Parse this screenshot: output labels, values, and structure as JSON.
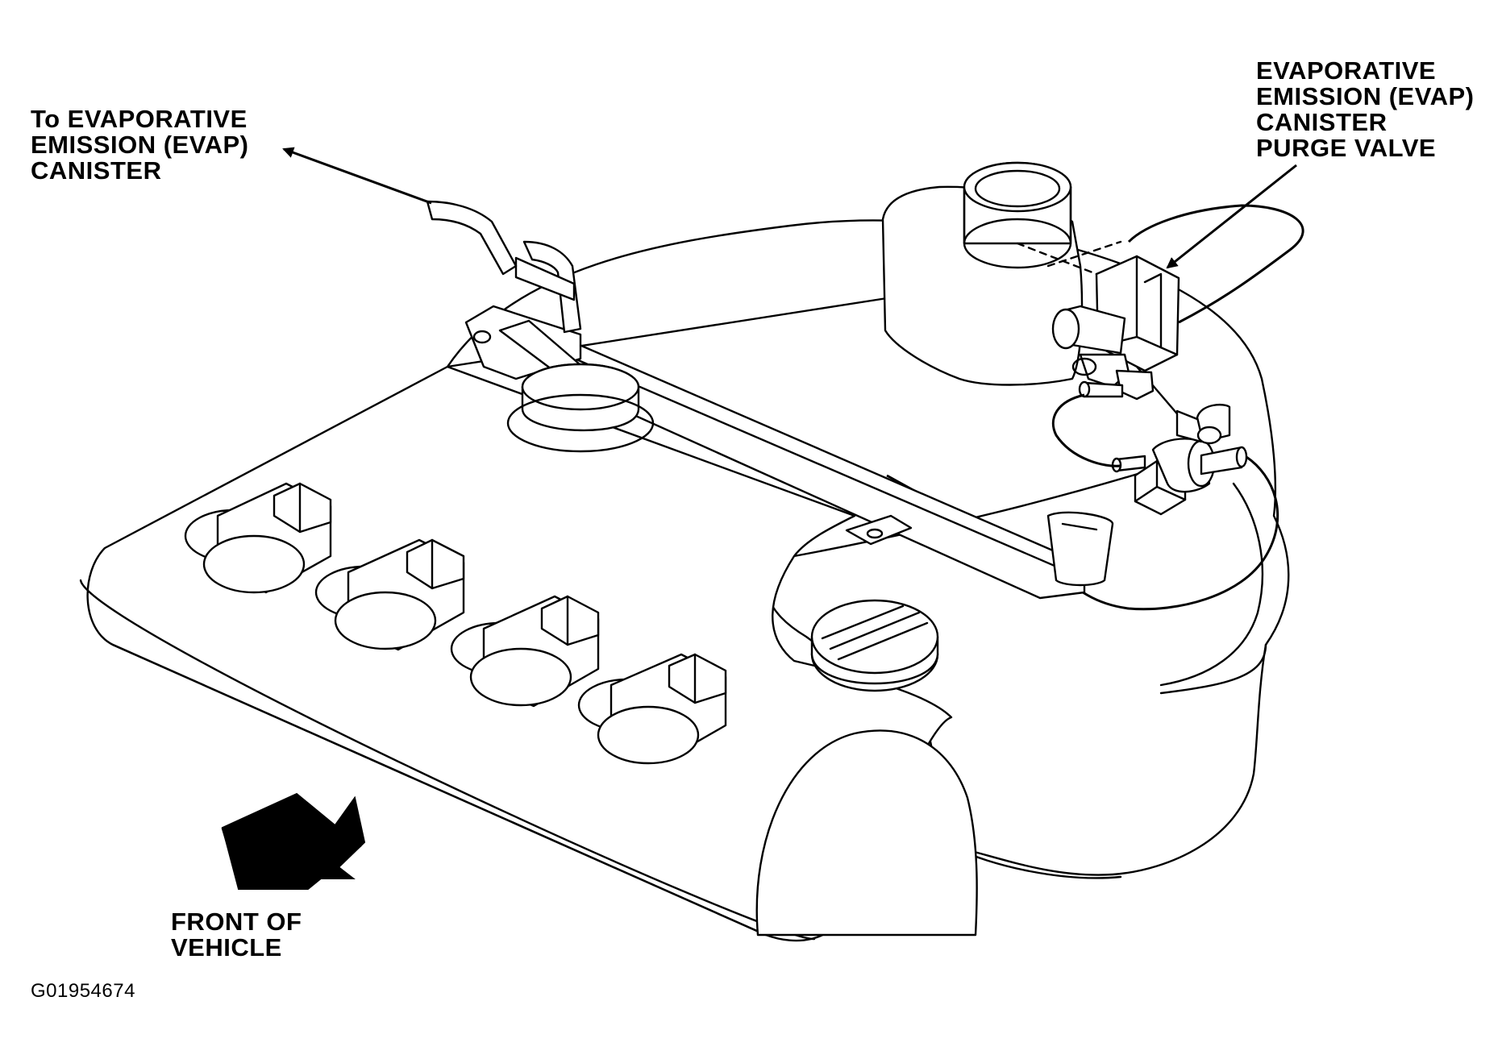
{
  "diagram": {
    "callouts": {
      "evap_canister": [
        "To EVAPORATIVE",
        "EMISSION (EVAP)",
        "CANISTER"
      ],
      "purge_valve": [
        "EVAPORATIVE",
        "EMISSION (EVAP)",
        "CANISTER",
        "PURGE VALVE"
      ],
      "front_of_vehicle": [
        "FRONT OF",
        "VEHICLE"
      ]
    },
    "figure_id": "G01954674",
    "colors": {
      "line": "#000000",
      "background": "#ffffff"
    },
    "icons": {
      "front_arrow": "block-arrow-down-left",
      "leader_arrows": "line-arrowhead"
    }
  }
}
